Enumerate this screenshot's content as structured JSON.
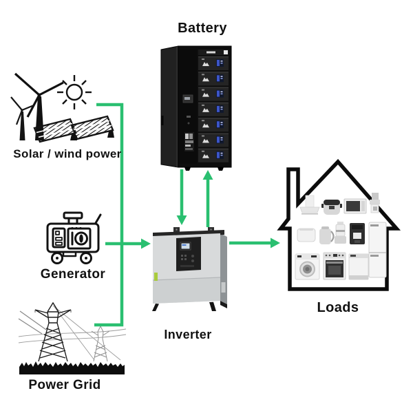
{
  "diagram": {
    "title": "",
    "colors": {
      "connector": "#2abf70",
      "label_text": "#111111",
      "background": "#ffffff"
    },
    "nodes": {
      "battery": {
        "label": "Battery",
        "icon": "battery-cabinet-icon"
      },
      "solar_wind": {
        "label": "Solar / wind power",
        "icon": "solar-wind-icon"
      },
      "generator": {
        "label": "Generator",
        "icon": "generator-icon"
      },
      "power_grid": {
        "label": "Power Grid",
        "icon": "power-grid-icon"
      },
      "inverter": {
        "label": "Inverter",
        "icon": "inverter-icon"
      },
      "loads": {
        "label": "Loads",
        "icon": "house-appliances-icon"
      }
    },
    "connections": [
      {
        "from": "solar_wind",
        "to": "inverter",
        "type": "line"
      },
      {
        "from": "power_grid",
        "to": "inverter",
        "type": "line"
      },
      {
        "from": "generator",
        "to": "inverter",
        "type": "arrow"
      },
      {
        "from": "battery",
        "to": "inverter",
        "type": "arrow"
      },
      {
        "from": "inverter",
        "to": "battery",
        "type": "arrow"
      },
      {
        "from": "inverter",
        "to": "loads",
        "type": "arrow"
      }
    ]
  }
}
